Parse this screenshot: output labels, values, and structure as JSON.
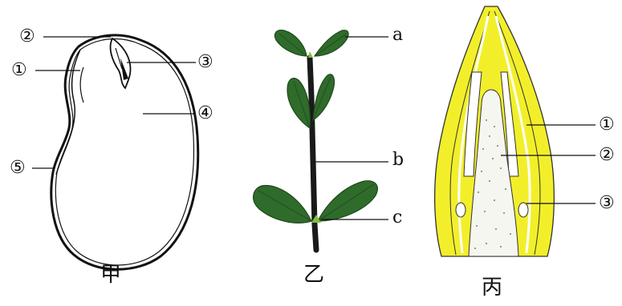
{
  "figures": [
    {
      "id": "seed",
      "caption": "甲",
      "markers": [
        "②",
        "①",
        "③",
        "④",
        "⑤"
      ]
    },
    {
      "id": "twig",
      "caption": "乙",
      "markers": [
        "a",
        "b",
        "c"
      ]
    },
    {
      "id": "bud",
      "caption": "丙",
      "markers": [
        "①",
        "②",
        "③"
      ]
    }
  ],
  "colors": {
    "line": "#111111",
    "leaf": "#2f6b2a",
    "leaf_dark": "#1f4a1c",
    "bud_yellow": "#f2ef2a",
    "stem": "#1a1a1a"
  }
}
